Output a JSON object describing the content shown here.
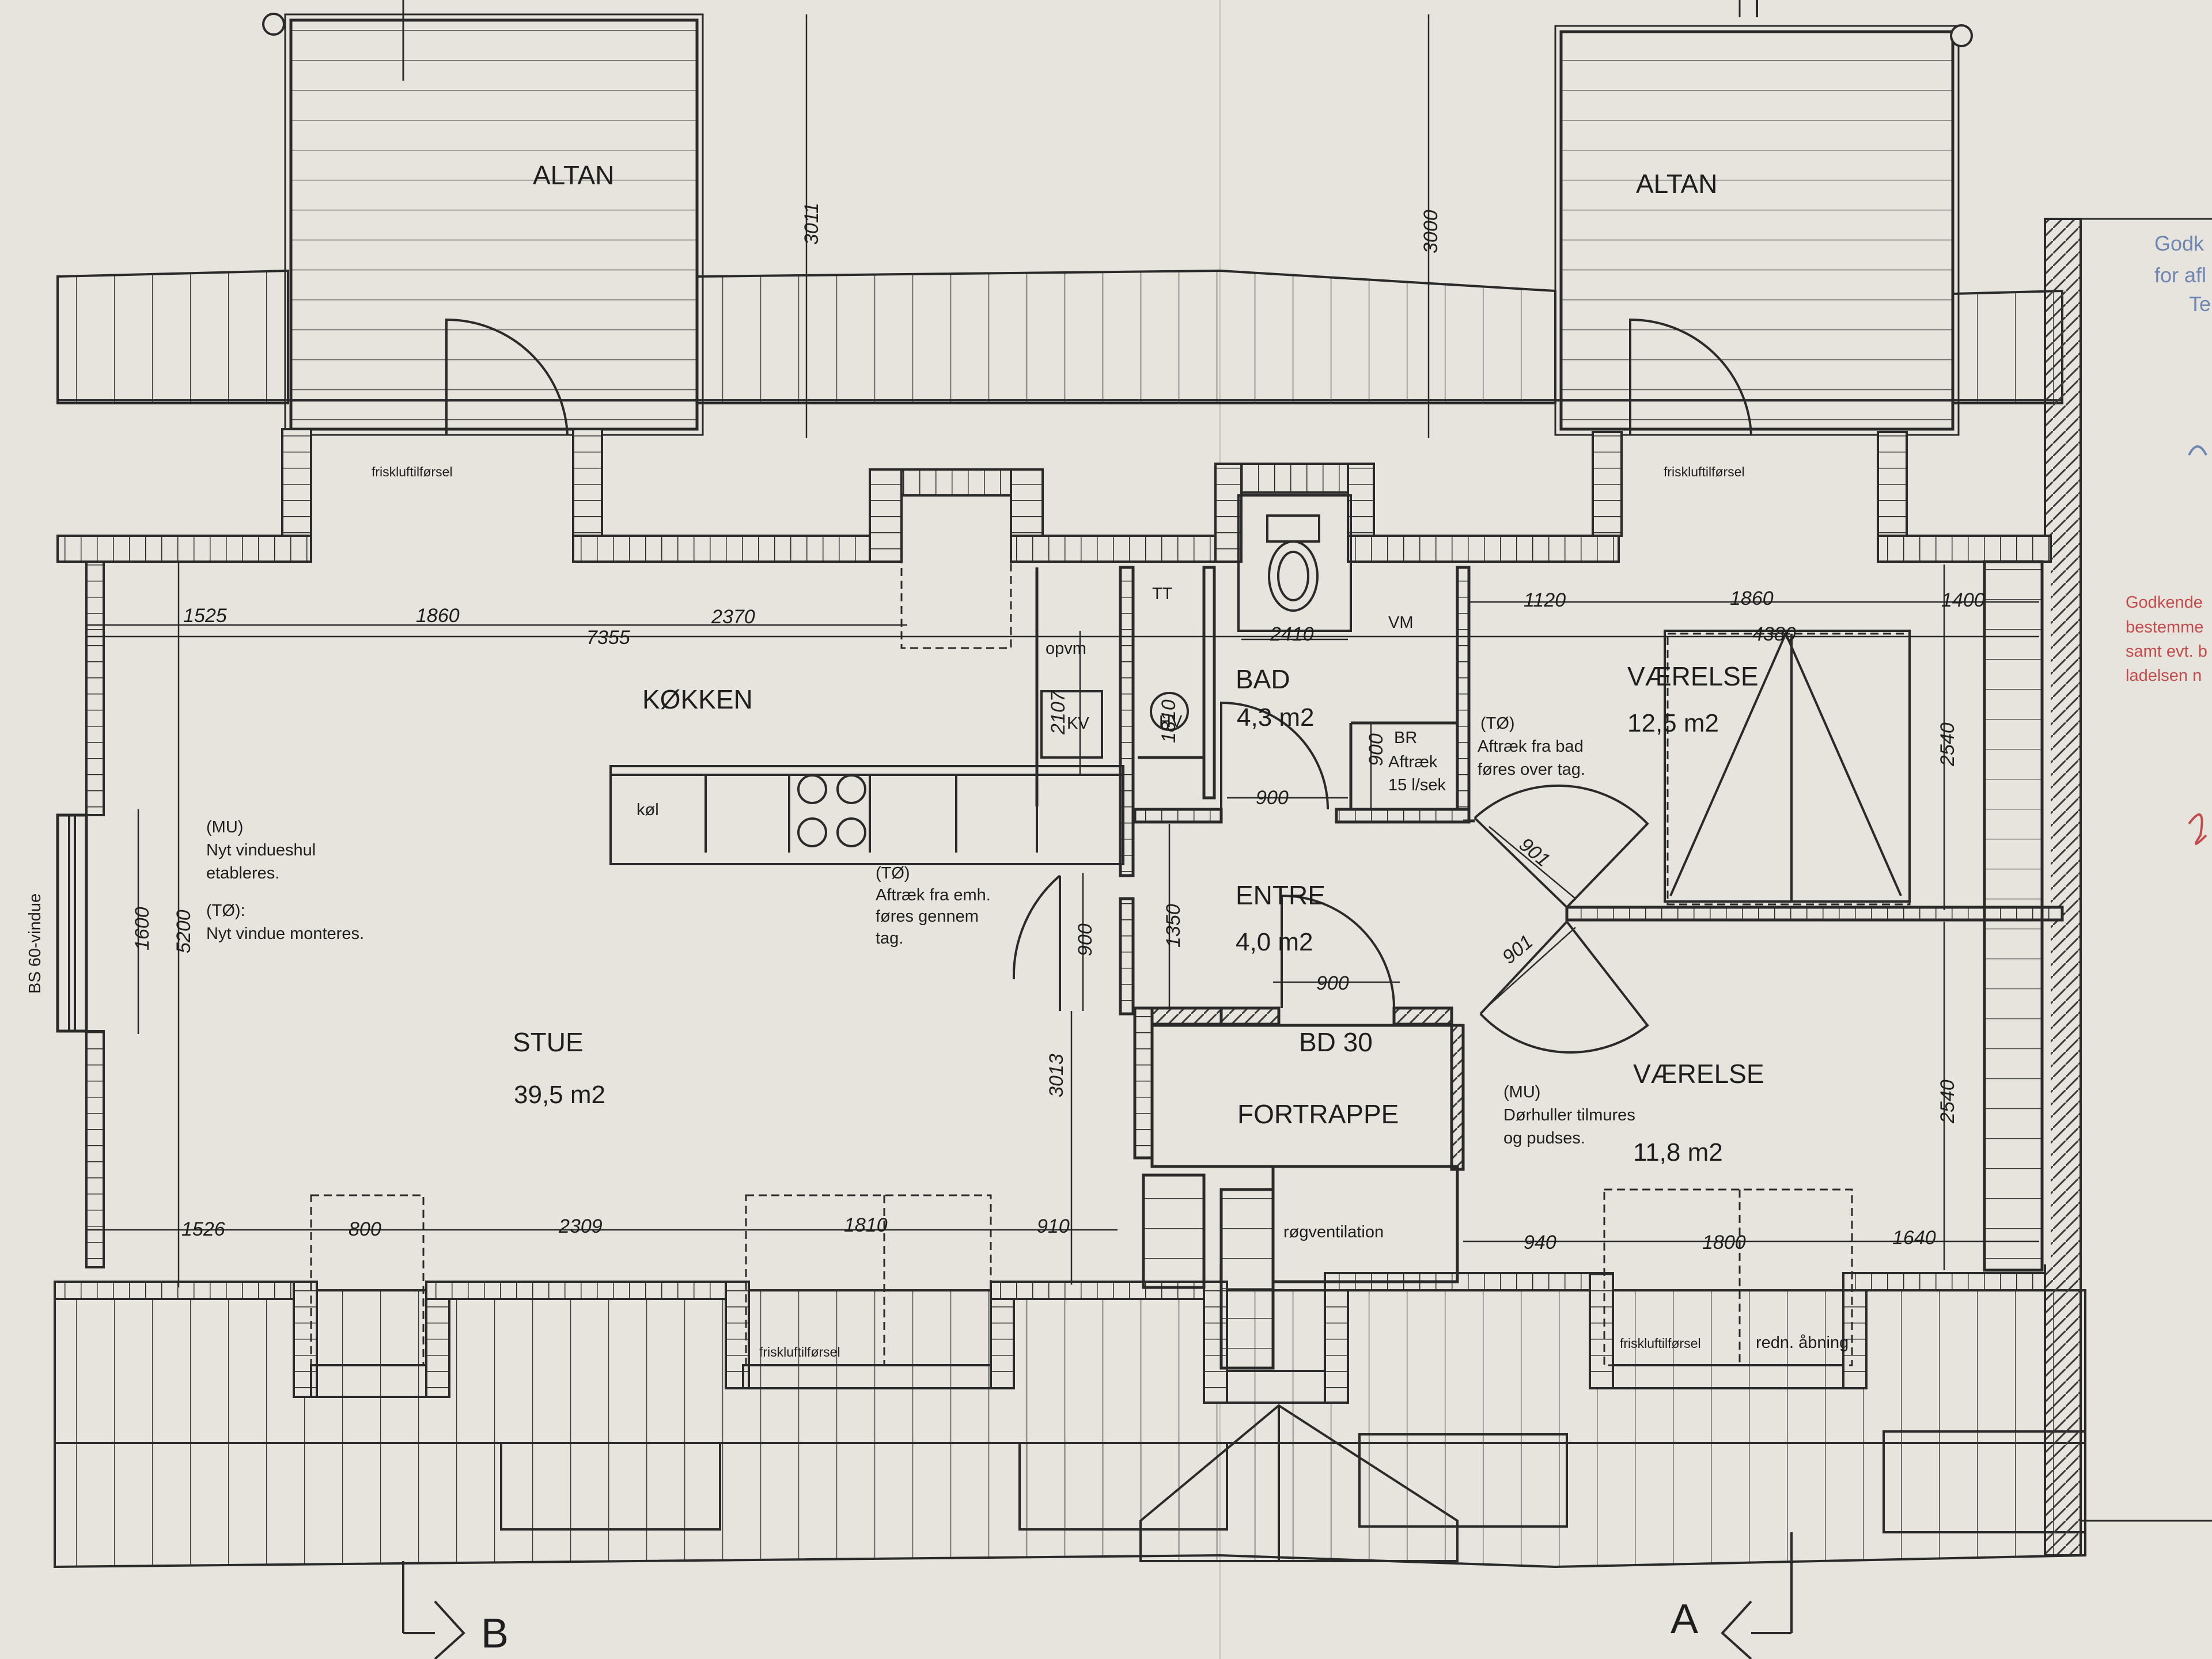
{
  "rooms": {
    "altan_left": "ALTAN",
    "altan_right": "ALTAN",
    "kokken": "KØKKEN",
    "stue": "STUE",
    "stue_area": "39,5 m2",
    "bad": "BAD",
    "bad_area": "4,3 m2",
    "entre": "ENTRE",
    "entre_area": "4,0 m2",
    "fortrappe": "FORTRAPPE",
    "bd30": "BD 30",
    "vaerelse_top": "VÆRELSE",
    "vaerelse_top_area": "12,5 m2",
    "vaerelse_bottom": "VÆRELSE",
    "vaerelse_bottom_area": "11,8 m2"
  },
  "fixtures": {
    "opvm": "opvm",
    "kv": "KV",
    "hv": "HV",
    "tt": "TT",
    "vm": "VM",
    "kol": "køl",
    "br": "BR",
    "br_aftraek": "Aftræk",
    "br_flow": "15 l/sek"
  },
  "notes": {
    "mu_window_1": "(MU)",
    "mu_window_2": "Nyt vindueshul",
    "mu_window_3": "etableres.",
    "to_window_1": "(TØ):",
    "to_window_2": "Nyt vindue monteres.",
    "to_hood_1": "(TØ)",
    "to_hood_2": "Aftræk fra emh.",
    "to_hood_3": "føres gennem",
    "to_hood_4": "tag.",
    "to_bath_1": "(TØ)",
    "to_bath_2": "Aftræk fra bad",
    "to_bath_3": "føres over tag.",
    "mu_door_1": "(MU)",
    "mu_door_2": "Dørhuller tilmures",
    "mu_door_3": "og pudses.",
    "bs60": "BS 60-vindue",
    "frisk_1": "friskluftilførsel",
    "frisk_2": "friskluftilførsel",
    "frisk_3": "friskluftilførsel",
    "frisk_4": "friskluftilførsel",
    "rogventilation": "røgventilation",
    "redn": "redn. åbning"
  },
  "dimensions": {
    "d3011": "3011",
    "d3000": "3000",
    "d1525": "1525",
    "d1860a": "1860",
    "d7355": "7355",
    "d2370": "2370",
    "d2410": "2410",
    "d1120": "1120",
    "d1860b": "1860",
    "d4380": "4380",
    "d1400": "1400",
    "d2107": "2107",
    "d1810a": "1810",
    "d900a": "900",
    "d900b": "900",
    "d901a": "901",
    "d901b": "901",
    "d1350": "1350",
    "d900c": "900",
    "d900d": "900",
    "d2540a": "2540",
    "d2540b": "2540",
    "d1600": "1600",
    "d5200": "5200",
    "d3013": "3013",
    "d1526": "1526",
    "d800": "800",
    "d2309": "2309",
    "d1810b": "1810",
    "d910": "910",
    "d940": "940",
    "d1800": "1800",
    "d1640": "1640"
  },
  "section_marks": {
    "b": "B",
    "a": "A"
  },
  "stamp": {
    "blue_1": "Godk",
    "blue_2": "for afl",
    "blue_3": "Te",
    "red_1": "Godkende",
    "red_2": "bestemme",
    "red_3": "samt evt. b",
    "red_4": "ladelsen n"
  },
  "colors": {
    "paper": "#e6e4dd",
    "ink": "#1e1e1e",
    "stamp_blue": "#6f86b3",
    "stamp_red": "#c24b4b"
  }
}
